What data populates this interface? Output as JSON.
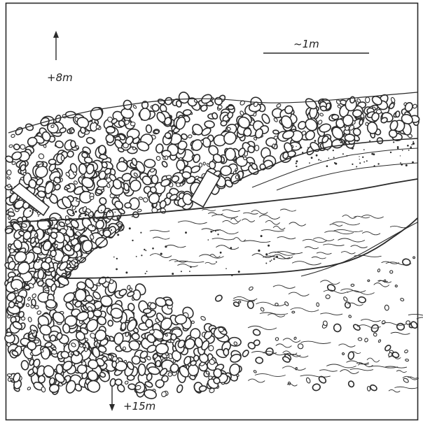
{
  "figure": {
    "scale_label": "~1m",
    "top_marker_label": "+8m",
    "bottom_marker_label": "+15m",
    "ink_color": "#2a2a2a",
    "paper_color": "#ffffff",
    "top_arrow": "up-arrow",
    "bottom_arrow": "down-arrow"
  }
}
